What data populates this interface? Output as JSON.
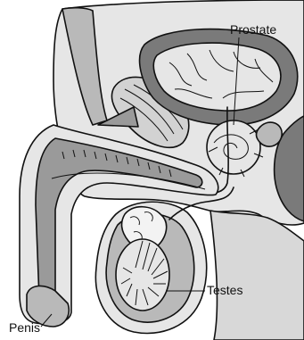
{
  "labels": {
    "prostate": "Prostate",
    "testes": "Testes",
    "penis": "Penis"
  },
  "colors": {
    "background": "#ffffff",
    "light_tissue": "#e6e6e6",
    "mid_tissue": "#b9b9b9",
    "dark_tissue": "#7a7a7a",
    "outline": "#111111"
  }
}
